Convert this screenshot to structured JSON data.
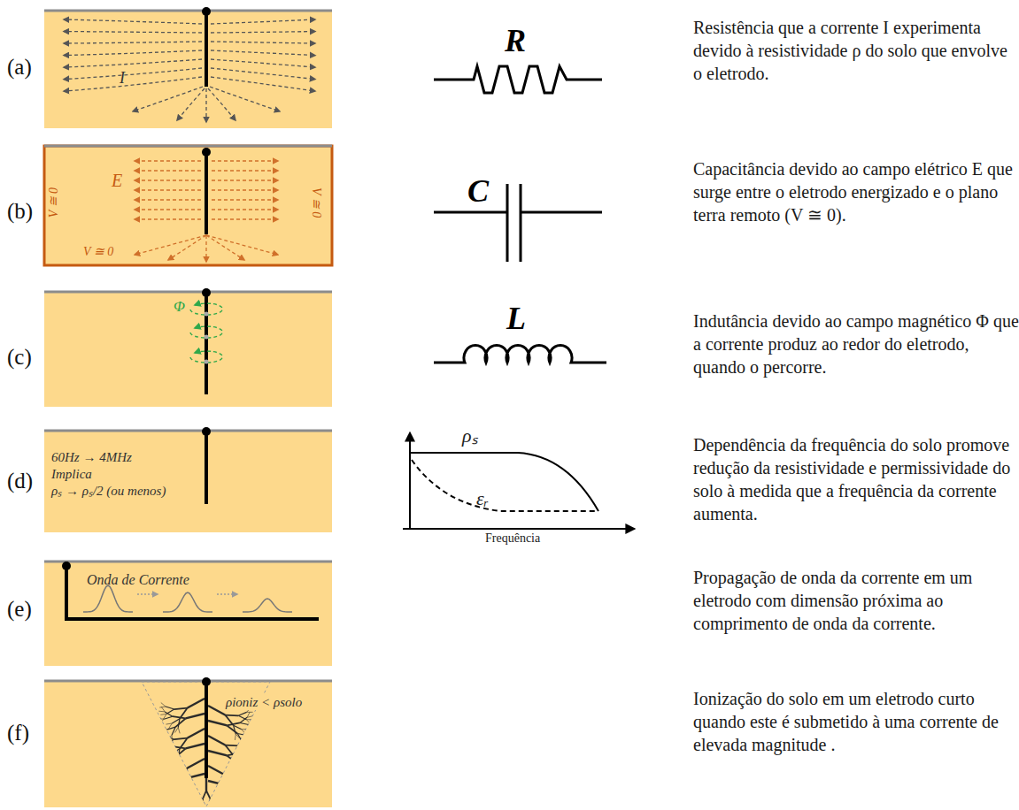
{
  "diagram": {
    "nodes": [
      {
        "text": [
          "I"
        ]
      },
      {
        "text": [
          "E",
          "V ≅ 0",
          "V ≅ 0",
          "V ≅ 0"
        ]
      },
      {
        "text": [
          "Φ"
        ]
      },
      {
        "text": [
          "60Hz → 4MHz",
          "Implica",
          "ρₛ → ρₛ/2 (ou menos)"
        ]
      },
      {
        "text": [
          "Onda de Corrente"
        ]
      },
      {
        "text": [
          "ρioniz < ρsolo"
        ]
      }
    ],
    "edges": [],
    "labels": [
      "(a)",
      "R",
      "Resistência que a corrente I experimenta devido à resistividade ρ do solo que envolve o eletrodo.",
      "(b)",
      "C",
      "Capacitância devido ao campo elétrico E que surge entre o eletrodo energizado e o plano terra remoto (V ≅ 0).",
      "(c)",
      "L",
      "Indutância devido ao campo magnético Φ que a corrente produz ao redor do eletrodo, quando o percorre.",
      "(d)",
      "ρₛ",
      "εᵣ",
      "Frequência",
      "Dependência da frequência do solo promove redução da resistividade e permissividade do solo à medida que a frequência da corrente aumenta.",
      "(e)",
      "Propagação de onda da corrente em um eletrodo com dimensão próxima ao comprimento de onda da corrente.",
      "(f)",
      "Ionização do solo em um eletrodo curto quando este é submetido à uma corrente de elevada magnitude ."
    ]
  }
}
